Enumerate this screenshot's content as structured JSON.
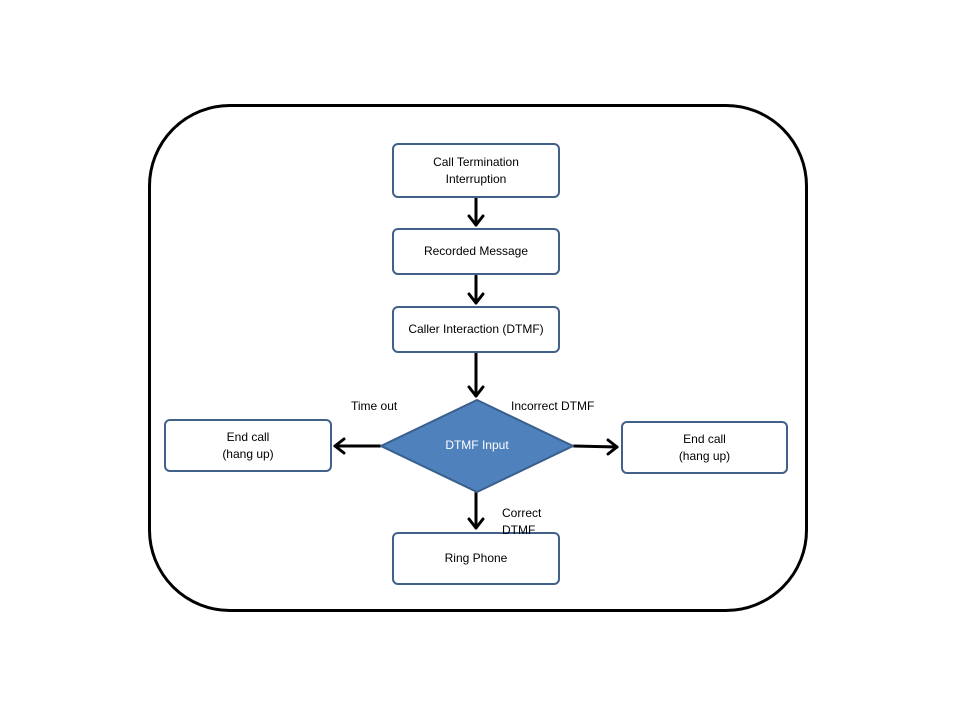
{
  "nodes": {
    "call_termination": "Call Termination\nInterruption",
    "recorded_message": "Recorded Message",
    "caller_interaction": "Caller Interaction (DTMF)",
    "dtmf_input": "DTMF Input",
    "end_call_left": "End call\n(hang up)",
    "end_call_right": "End call\n(hang up)",
    "ring_phone": "Ring Phone"
  },
  "edge_labels": {
    "time_out": "Time out",
    "incorrect_dtmf": "Incorrect DTMF",
    "correct_dtmf": "Correct\nDTMF"
  },
  "colors": {
    "box_border": "#41608a",
    "diamond_fill": "#4f81bd",
    "diamond_border": "#3a5f8c",
    "arrow": "#000000"
  }
}
